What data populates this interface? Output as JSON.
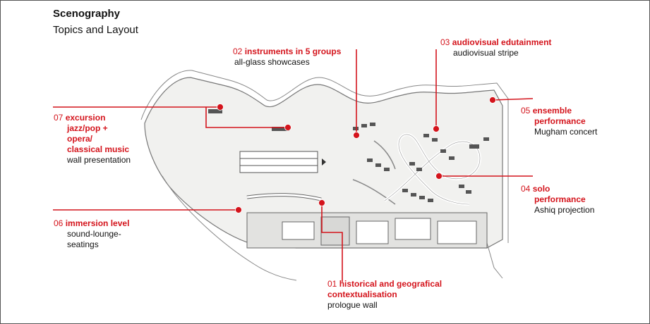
{
  "title": "Scenography",
  "subtitle": "Topics and Layout",
  "accent_color": "#d4141c",
  "callouts": [
    {
      "id": "c01",
      "number": "01",
      "heading": [
        "historical and geografical",
        "contextualisation"
      ],
      "description": [
        "prologue wall"
      ]
    },
    {
      "id": "c02",
      "number": "02",
      "heading": [
        "instruments in 5 groups"
      ],
      "description": [
        "all-glass showcases"
      ]
    },
    {
      "id": "c03",
      "number": "03",
      "heading": [
        "audiovisual edutainment"
      ],
      "description": [
        "audiovisual stripe"
      ]
    },
    {
      "id": "c04",
      "number": "04",
      "heading": [
        "solo",
        "performance"
      ],
      "description": [
        "Ashiq projection"
      ]
    },
    {
      "id": "c05",
      "number": "05",
      "heading": [
        "ensemble",
        "performance"
      ],
      "description": [
        "Mugham concert"
      ]
    },
    {
      "id": "c06",
      "number": "06",
      "heading": [
        "immersion level"
      ],
      "description": [
        "sound-lounge-",
        "seatings"
      ]
    },
    {
      "id": "c07",
      "number": "07",
      "heading": [
        "excursion",
        "jazz/pop +",
        "opera/",
        "classical music"
      ],
      "description": [
        "wall presentation"
      ]
    }
  ]
}
